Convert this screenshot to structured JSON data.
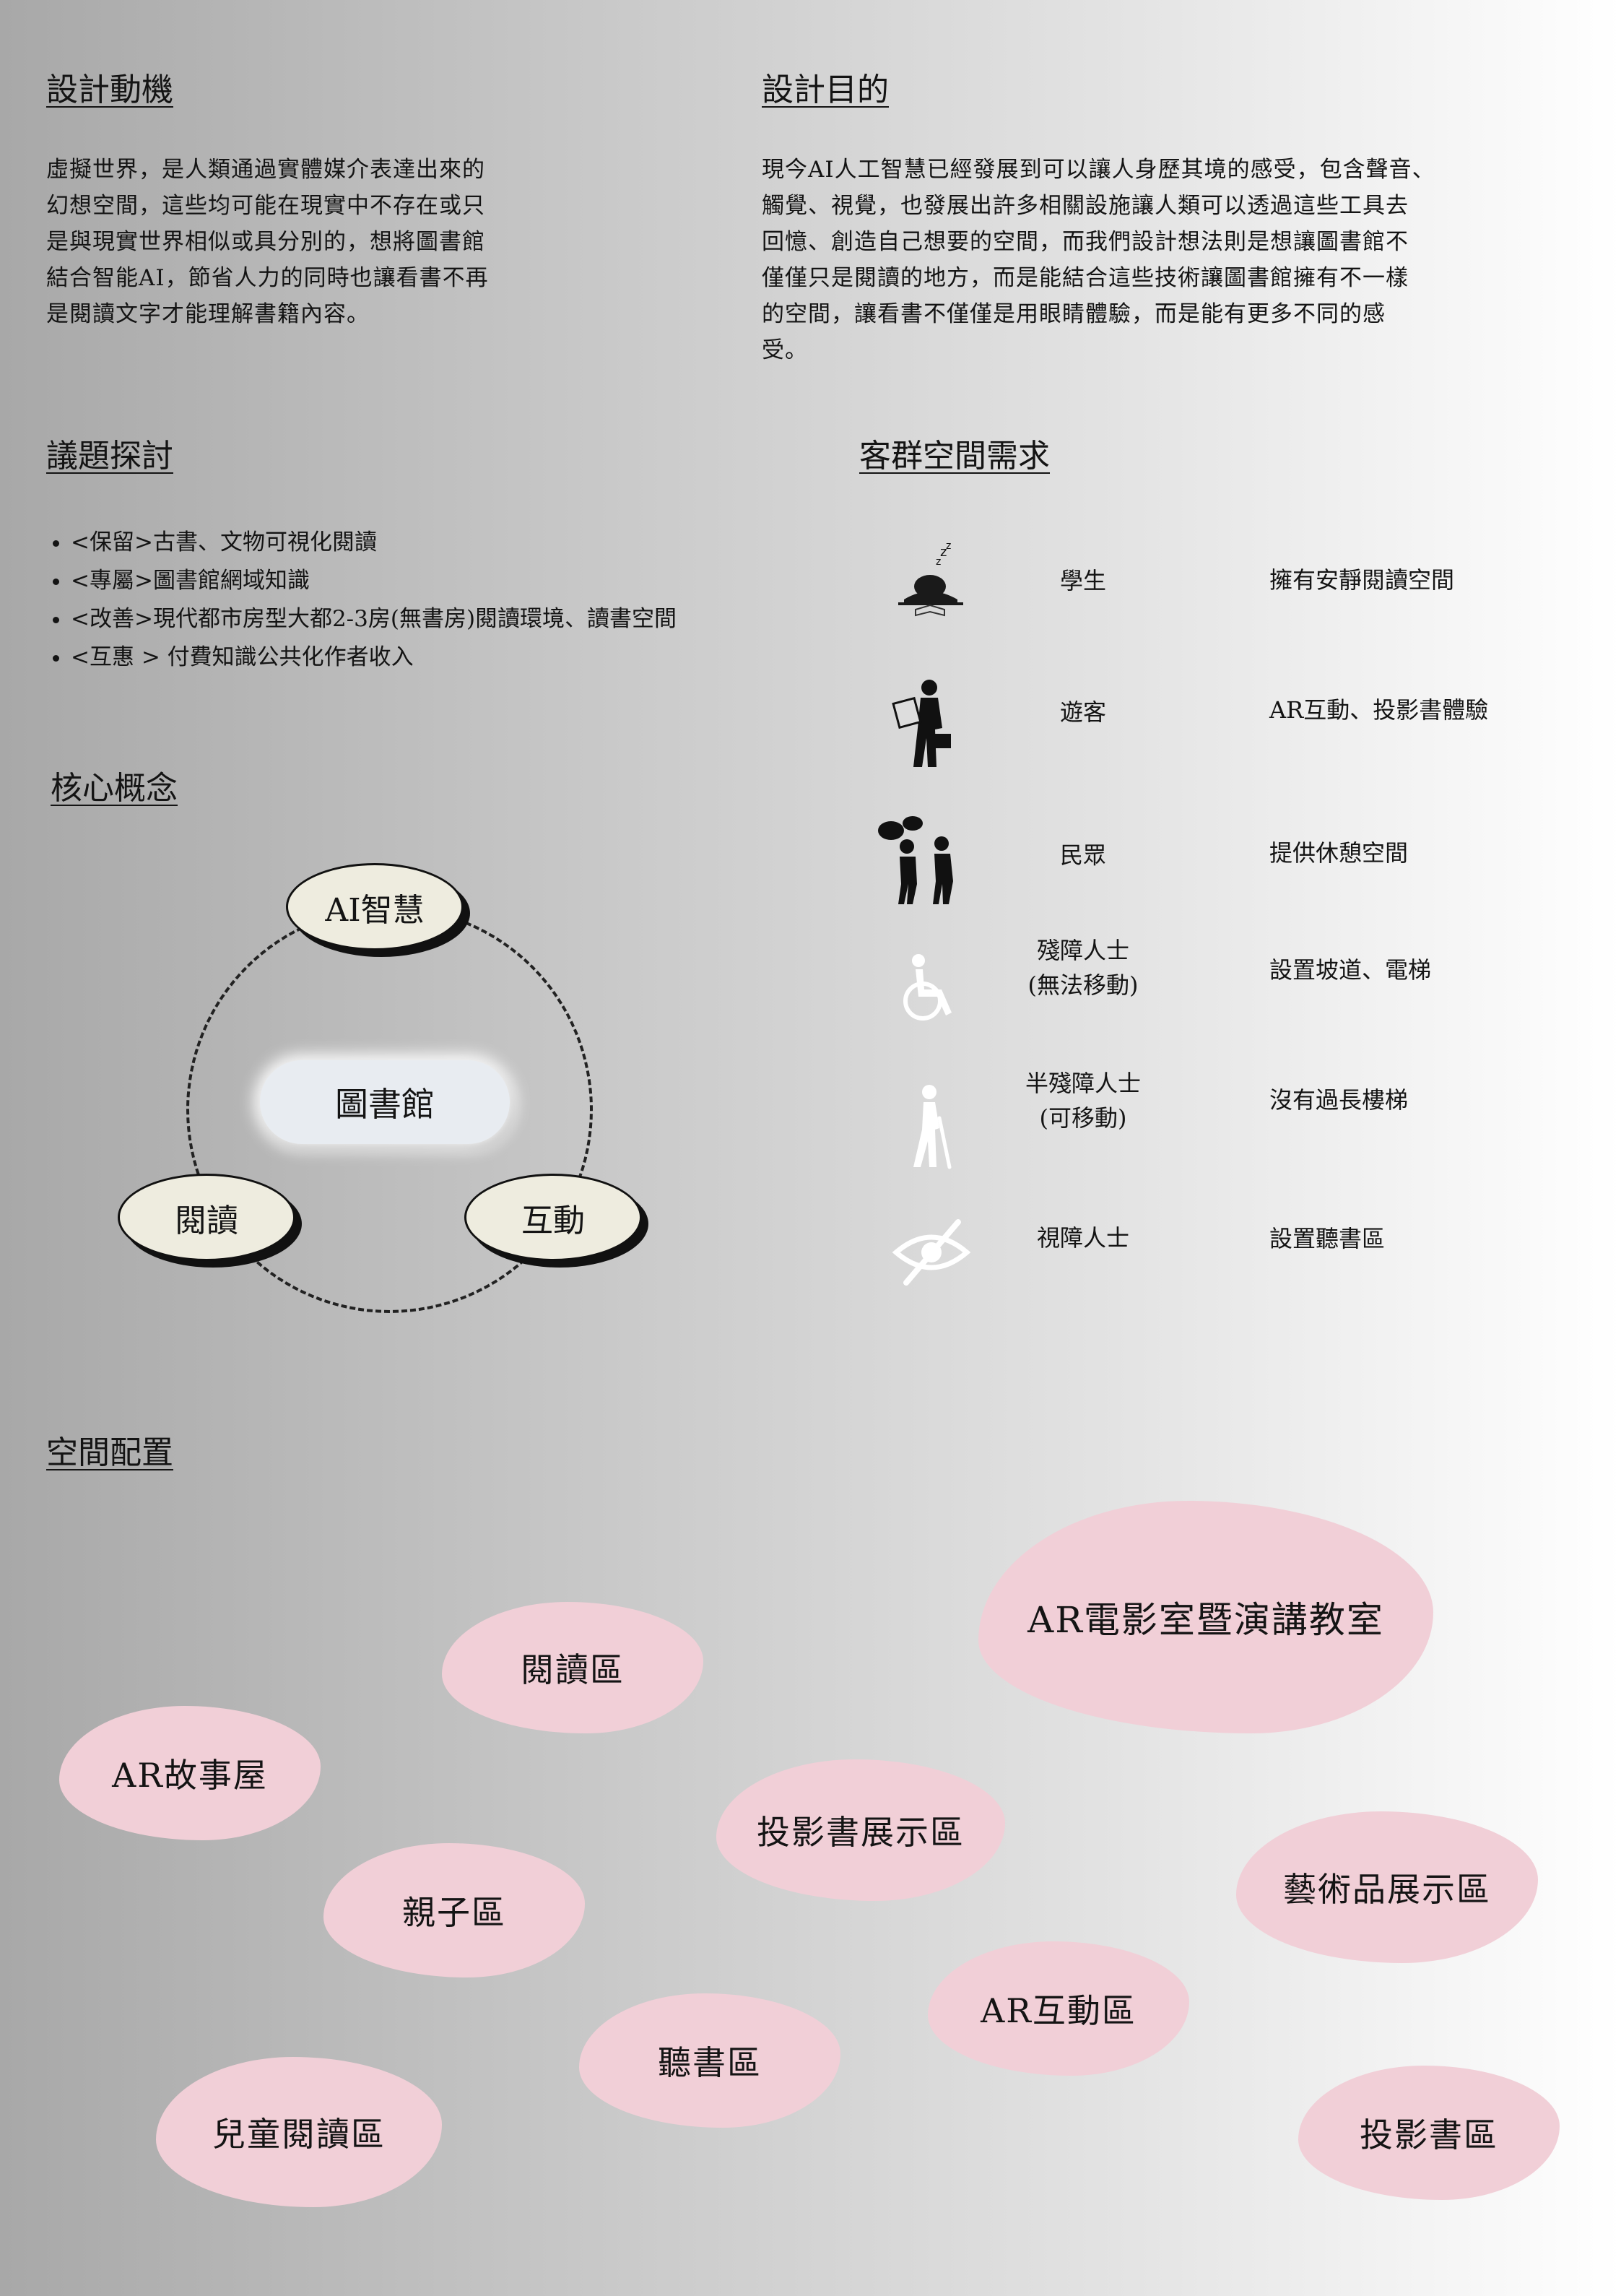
{
  "motivation": {
    "heading": "設計動機",
    "lines": [
      "虛擬世界，是人類通過實體媒介表達出來的",
      "幻想空間，這些均可能在現實中不存在或只",
      "是與現實世界相似或具分別的，想將圖書館",
      "結合智能AI，節省人力的同時也讓看書不再",
      "是閱讀文字才能理解書籍內容。"
    ]
  },
  "purpose": {
    "heading": "設計目的",
    "lines": [
      "現今AI人工智慧已經發展到可以讓人身歷其境的感受，包含聲音、",
      "觸覺、視覺，也發展出許多相關設施讓人類可以透過這些工具去",
      "回憶、創造自己想要的空間，而我們設計想法則是想讓圖書館不",
      "僅僅只是閱讀的地方，而是能結合這些技術讓圖書館擁有不一樣",
      "的空間，讓看書不僅僅是用眼睛體驗，而是能有更多不同的感",
      "受。"
    ]
  },
  "issues": {
    "heading": "議題探討",
    "items": [
      "<保留>古書、文物可視化閱讀",
      "<專屬>圖書館網域知識",
      "<改善>現代都市房型大都2-3房(無書房)閱讀環境、讀書空間",
      "<互惠 > 付費知識公共化作者收入"
    ]
  },
  "core": {
    "heading": "核心概念",
    "center": "圖書館",
    "top": "AI智慧",
    "left": "閱讀",
    "right": "互動"
  },
  "users": {
    "heading": "客群空間需求",
    "rows": [
      {
        "icon": "sleeping-student-icon",
        "group": "學生",
        "need": "擁有安靜閱讀空間"
      },
      {
        "icon": "tourist-icon",
        "group": "遊客",
        "need": "AR互動、投影書體驗"
      },
      {
        "icon": "people-talking-icon",
        "group": "民眾",
        "need": "提供休憩空間"
      },
      {
        "icon": "wheelchair-icon",
        "group": "殘障人士\n(無法移動)",
        "need": "設置坡道、電梯"
      },
      {
        "icon": "cane-walker-icon",
        "group": "半殘障人士\n(可移動)",
        "need": "沒有過長樓梯"
      },
      {
        "icon": "blind-eye-icon",
        "group": "視障人士",
        "need": "設置聽書區"
      }
    ]
  },
  "layout": {
    "heading": "空間配置",
    "zones": [
      "AR電影室暨演講教室",
      "閱讀區",
      "AR故事屋",
      "投影書展示區",
      "藝術品展示區",
      "親子區",
      "AR互動區",
      "聽書區",
      "兒童閱讀區",
      "投影書區"
    ]
  },
  "colors": {
    "blob": "#f1cfd7",
    "ellipse": "#eeecdf",
    "pill": "#e8ecf1"
  }
}
